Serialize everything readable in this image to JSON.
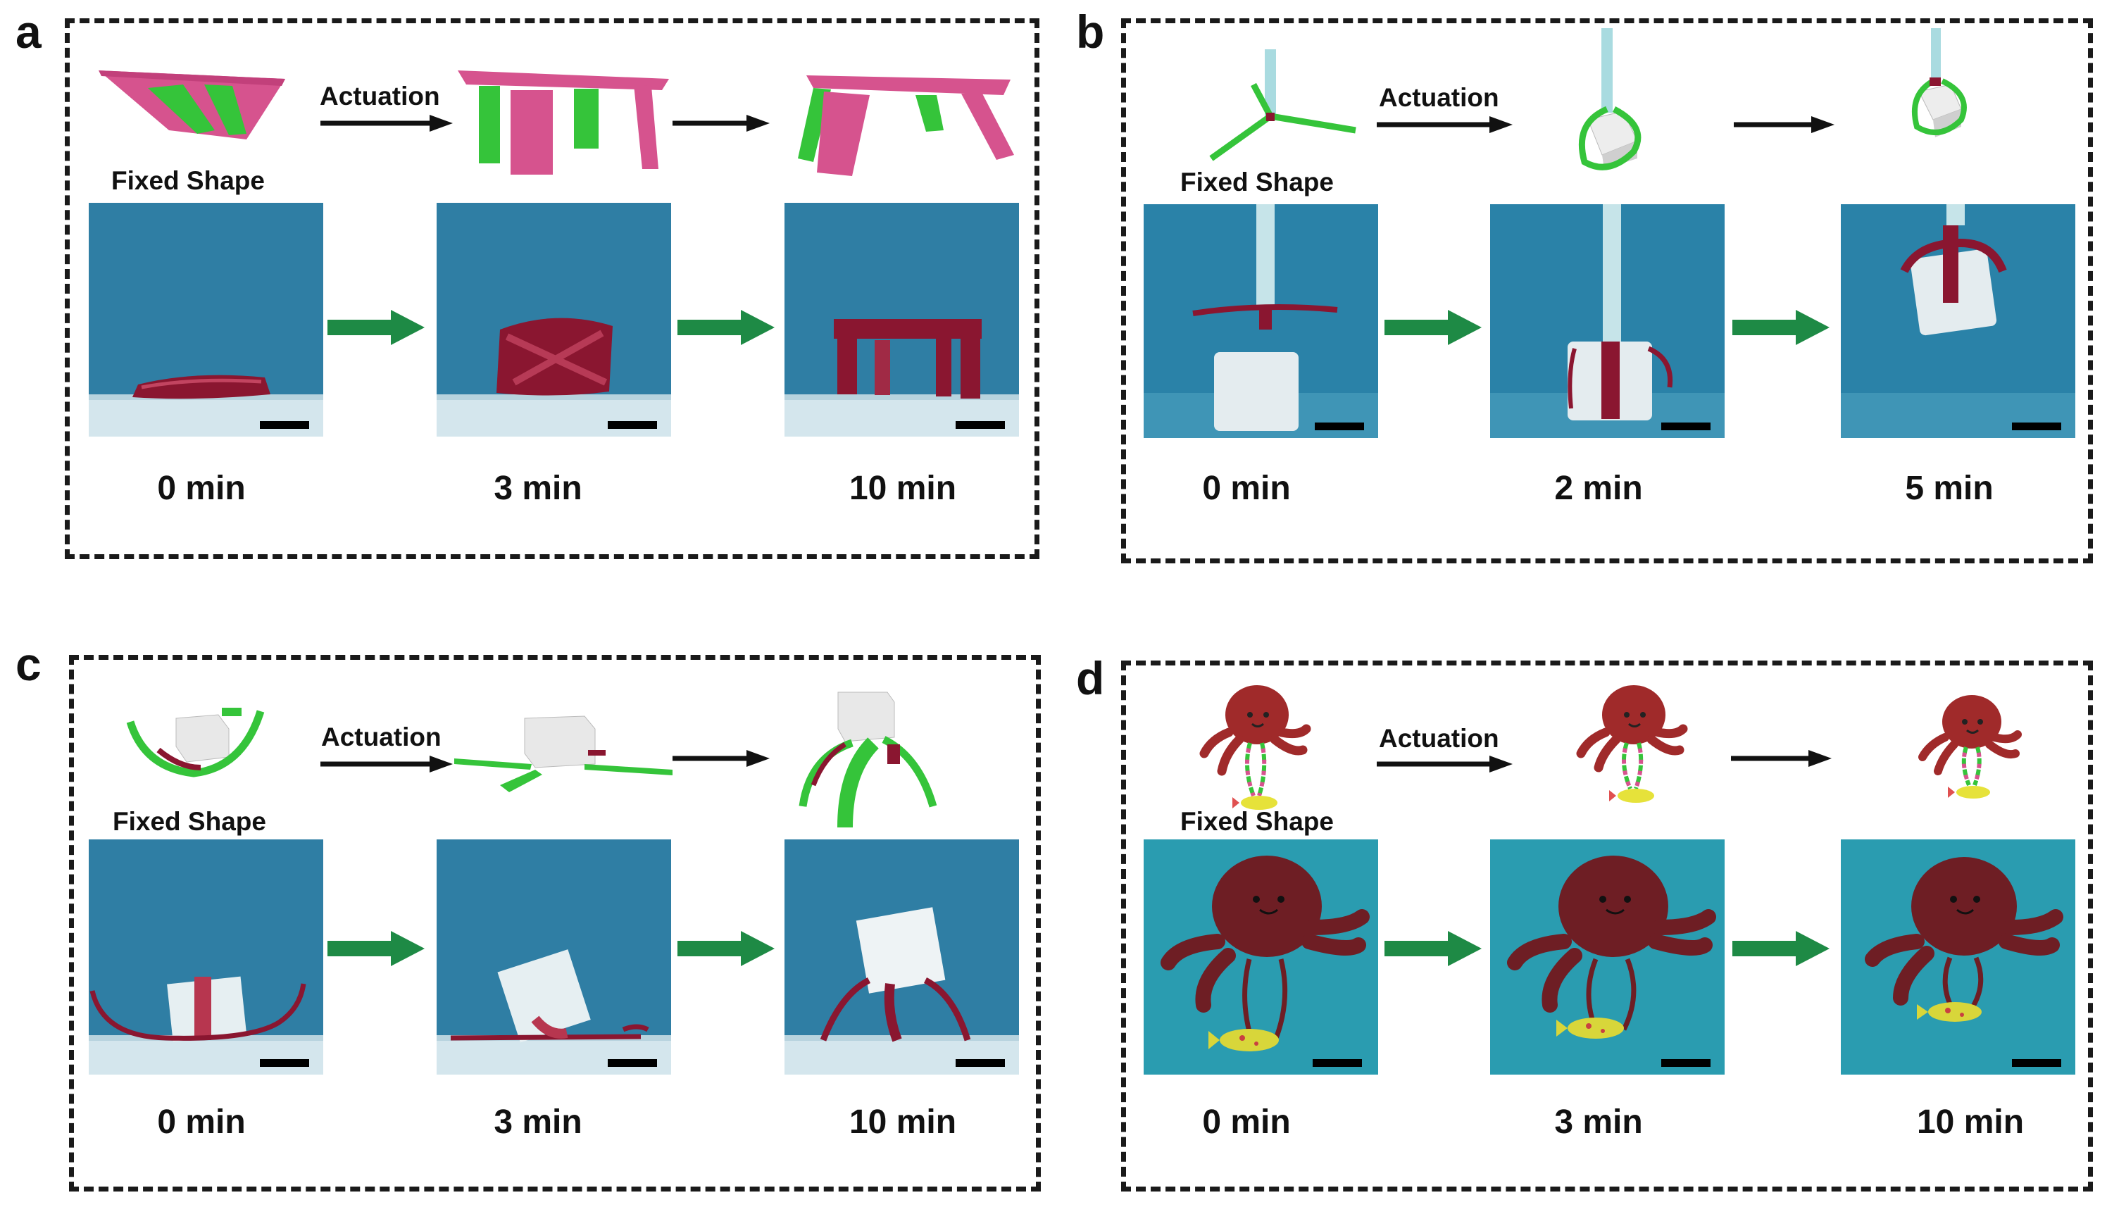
{
  "colors": {
    "water": "#2f7ea4",
    "water_teal": "#2a9cb0",
    "polymer": "#8a1630",
    "model_pink": "#d6538e",
    "model_green": "#35c43a",
    "process_arrow": "#1e8a45",
    "frame": "#1a1a1a"
  },
  "panels": [
    {
      "label": "a",
      "fixed_label": "Fixed Shape",
      "actuation_label": "Actuation",
      "times": [
        "0 min",
        "3 min",
        "10 min"
      ],
      "model_icons": [
        "table-fixed-icon",
        "table-mid-icon",
        "table-final-icon"
      ]
    },
    {
      "label": "b",
      "fixed_label": "Fixed Shape",
      "actuation_label": "Actuation",
      "times": [
        "0 min",
        "2 min",
        "5 min"
      ],
      "model_icons": [
        "gripper-open-icon",
        "gripper-grasp-icon",
        "gripper-lift-icon"
      ]
    },
    {
      "label": "c",
      "fixed_label": "Fixed Shape",
      "actuation_label": "Actuation",
      "times": [
        "0 min",
        "3 min",
        "10 min"
      ],
      "model_icons": [
        "cradle-icon",
        "flat-strips-icon",
        "walker-icon"
      ]
    },
    {
      "label": "d",
      "fixed_label": "Fixed Shape",
      "actuation_label": "Actuation",
      "times": [
        "0 min",
        "3 min",
        "10 min"
      ],
      "model_icons": [
        "octopus-fish-icon",
        "octopus-fish-icon",
        "octopus-fish-icon"
      ]
    }
  ]
}
